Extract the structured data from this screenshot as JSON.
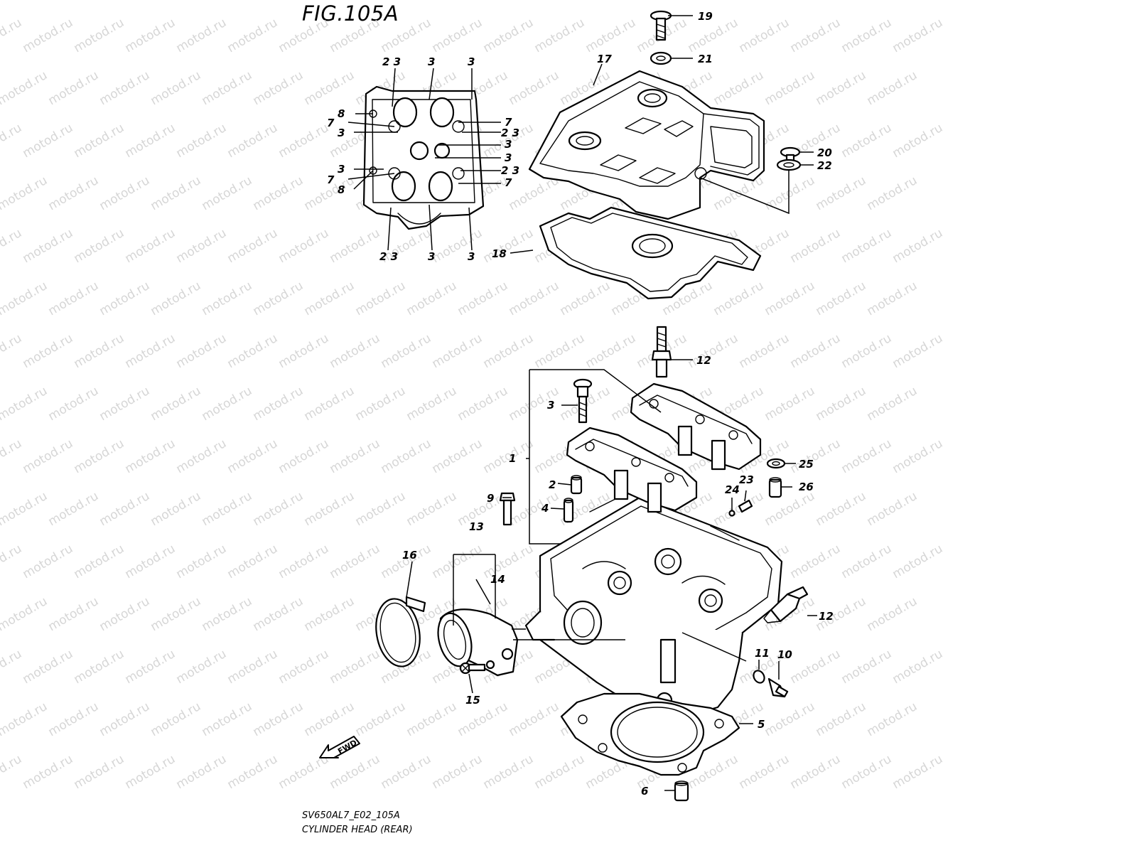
{
  "figure": {
    "title": "FIG.105A",
    "code": "SV650AL7_E02_105A",
    "caption": "CYLINDER HEAD (REAR)"
  },
  "watermark": "motod.ru",
  "direction_marker": {
    "label": "FWD",
    "icon": "front-direction-arrow"
  },
  "callouts": [
    "1",
    "2",
    "3",
    "4",
    "5",
    "6",
    "9",
    "10",
    "11",
    "12",
    "13",
    "14",
    "15",
    "16",
    "17",
    "18",
    "19",
    "20",
    "21",
    "22",
    "23",
    "24",
    "25",
    "26"
  ],
  "inset_callouts": [
    "2",
    "3",
    "7",
    "8"
  ]
}
